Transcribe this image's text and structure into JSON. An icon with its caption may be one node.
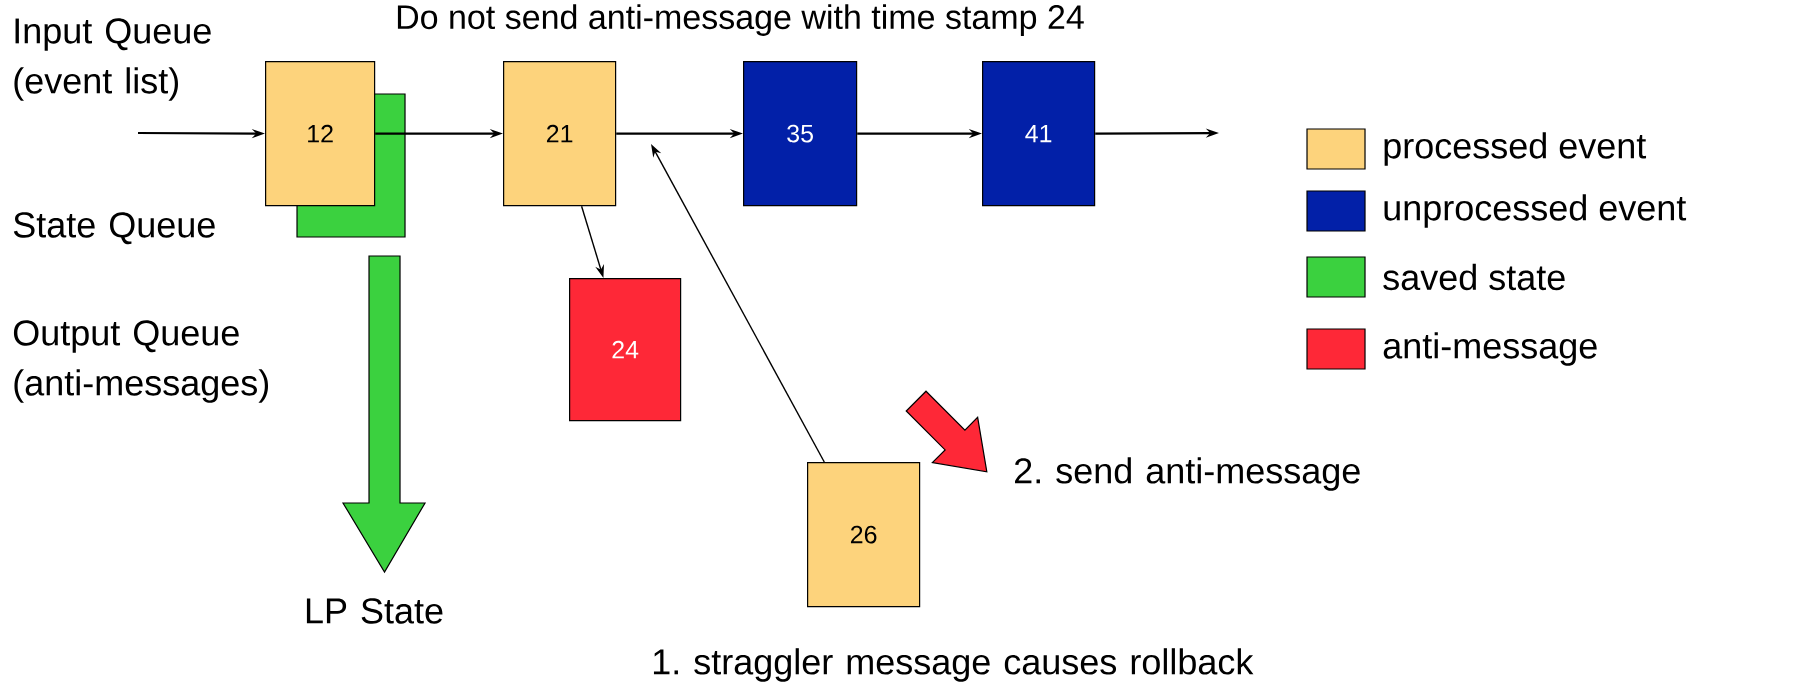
{
  "diagram": {
    "title": "Do not send anti-message with time stamp 24",
    "nodes": [
      {
        "text": [
          "12"
        ]
      },
      {
        "text": [
          "21"
        ]
      },
      {
        "text": [
          "35"
        ]
      },
      {
        "text": [
          "41"
        ]
      },
      {
        "text": [
          "24"
        ]
      },
      {
        "text": [
          "26"
        ]
      }
    ],
    "edges": [
      {
        "from": null,
        "to": 0,
        "arrow": "to"
      },
      {
        "from": 0,
        "to": 1,
        "arrow": "to"
      },
      {
        "from": 1,
        "to": 2,
        "arrow": "to"
      },
      {
        "from": 2,
        "to": 3,
        "arrow": "to"
      },
      {
        "from": 3,
        "to": null,
        "arrow": "to"
      },
      {
        "from": 1,
        "to": 4,
        "arrow": "to"
      },
      {
        "from": 5,
        "to": null,
        "arrow": "to"
      }
    ],
    "labels": [
      "Input Queue (event list)",
      "State Queue",
      "Output Queue (anti-messages)",
      "LP State",
      "2. send anti-message",
      "1. straggler message causes rollback"
    ],
    "legend": [
      {
        "text": "processed event",
        "color": "#fdd37c"
      },
      {
        "text": "unprocessed event",
        "color": "#0220a8"
      },
      {
        "text": "saved state",
        "color": "#3bd13f"
      },
      {
        "text": "anti-message",
        "color": "#fe2837"
      }
    ]
  }
}
